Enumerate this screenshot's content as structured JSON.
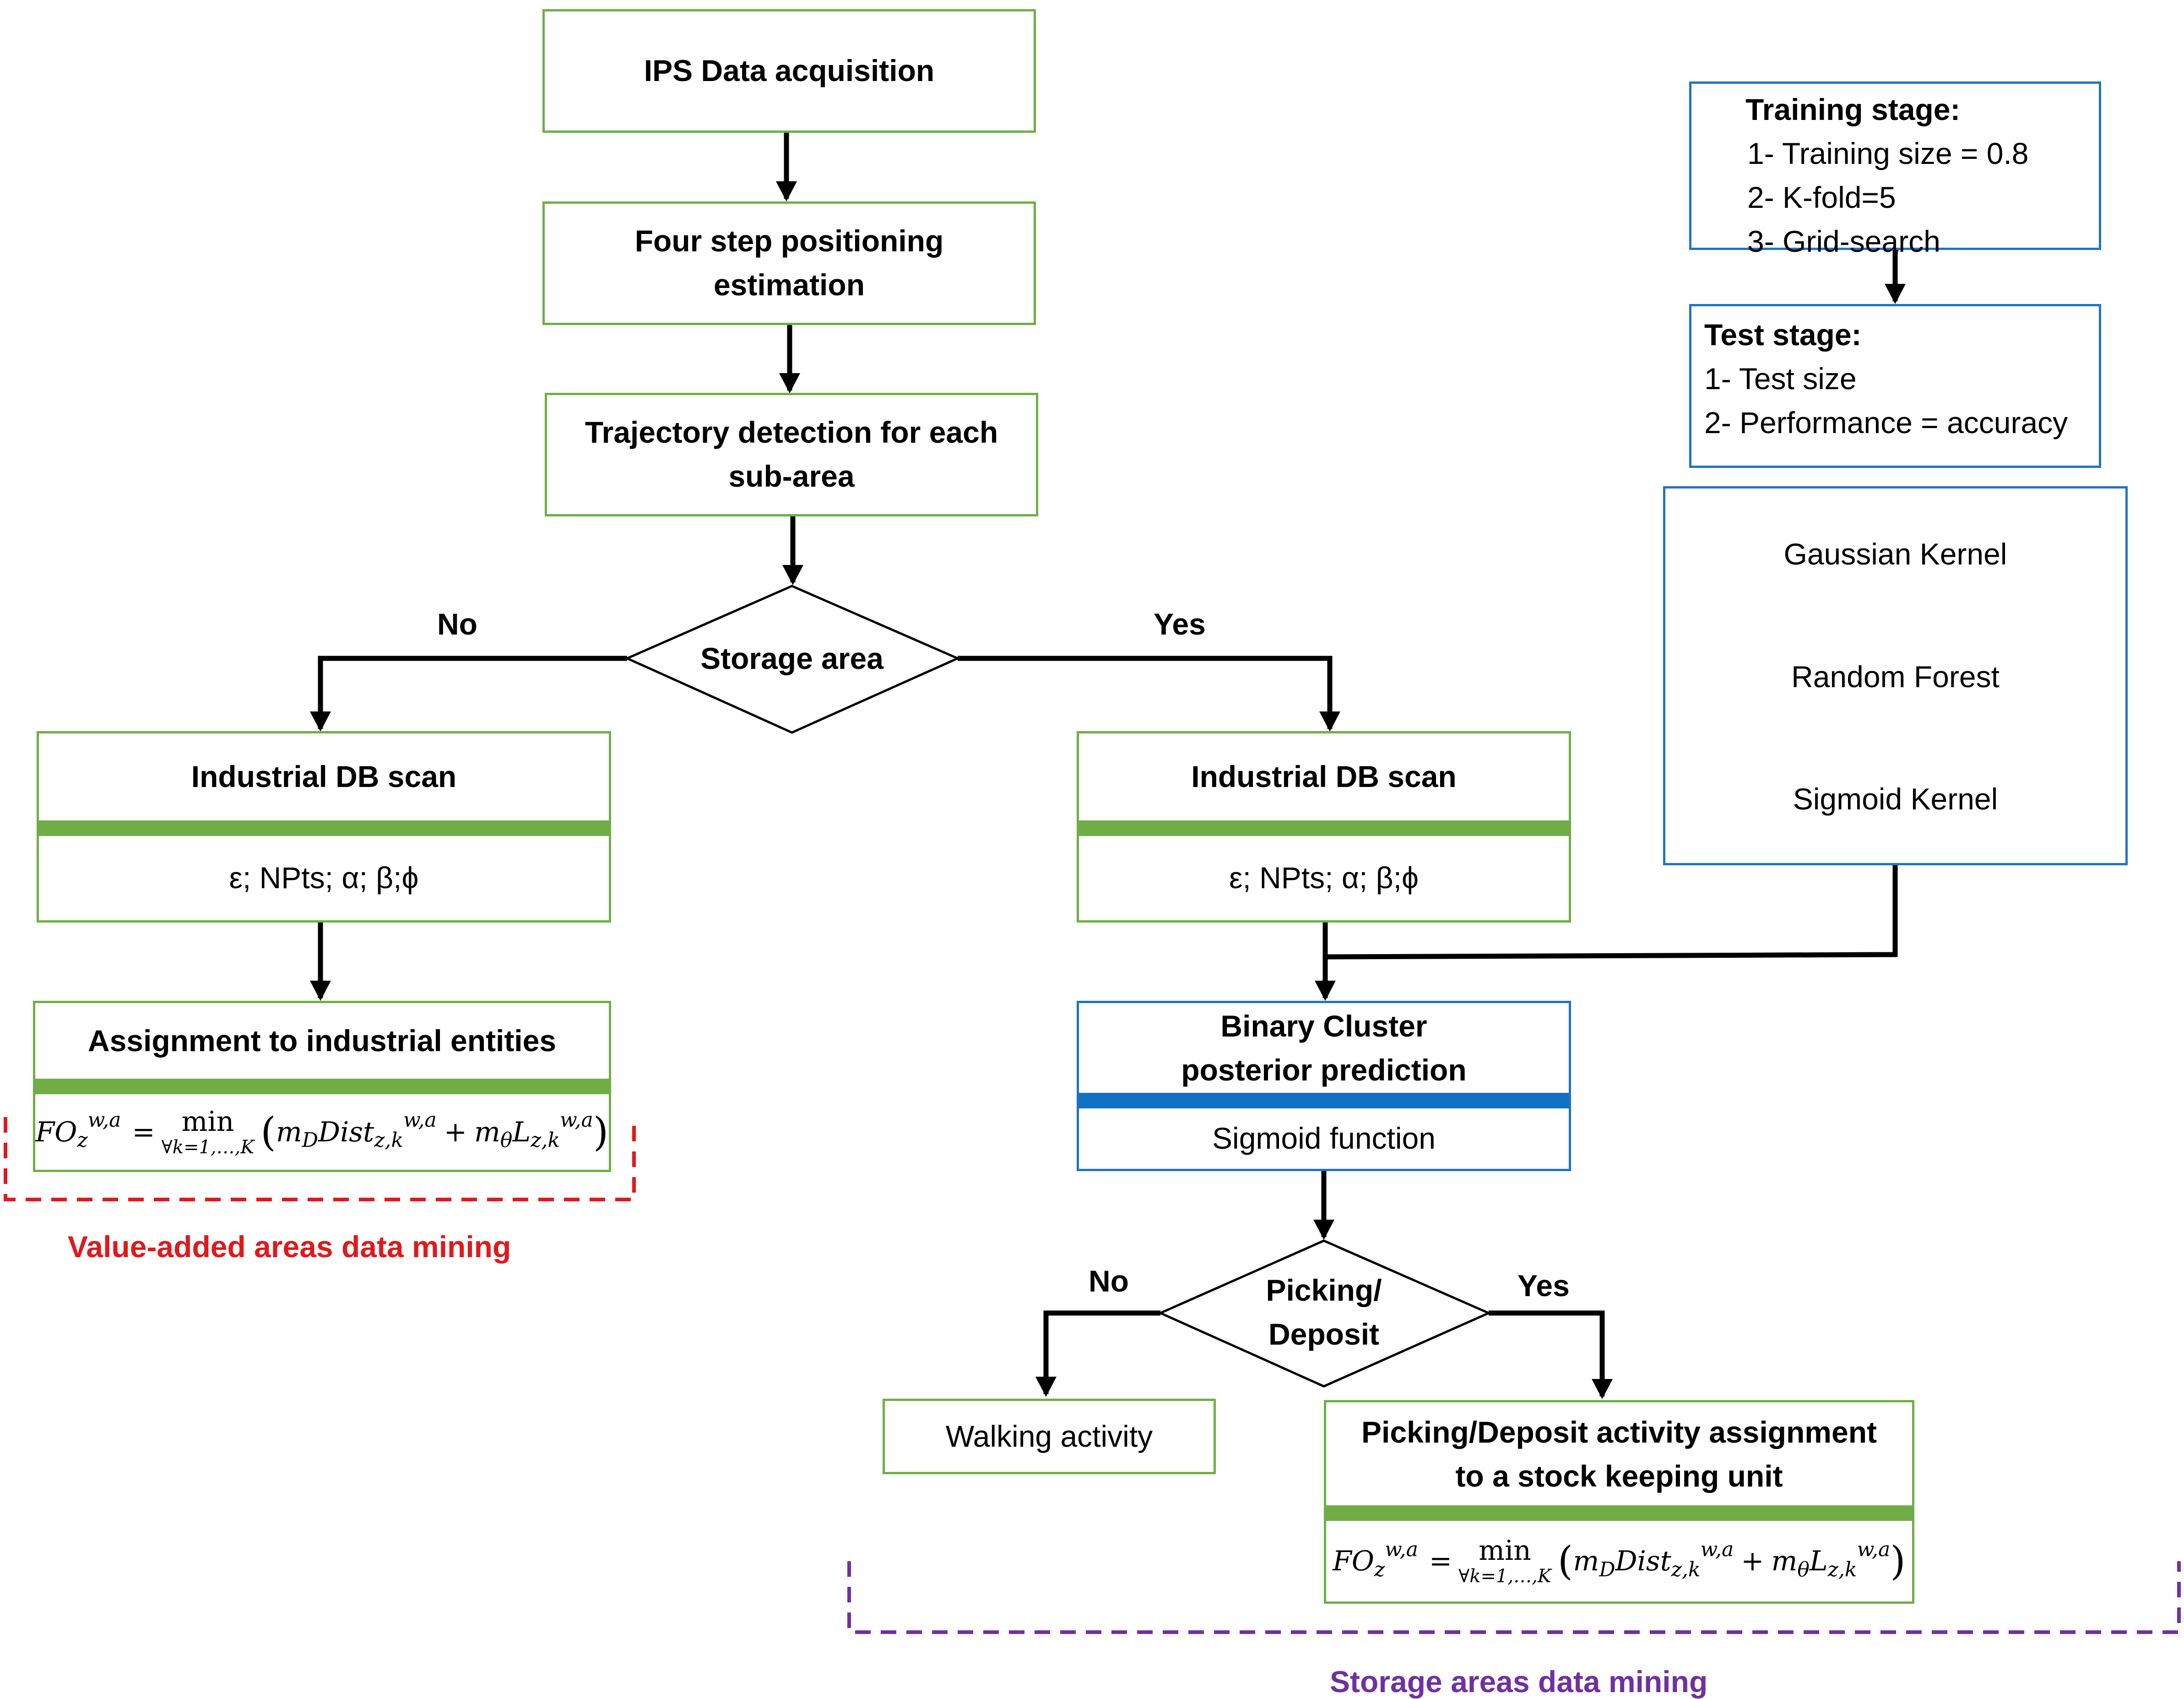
{
  "nodes": {
    "ips": "IPS Data acquisition",
    "four_step": [
      "Four step positioning",
      "estimation"
    ],
    "trajectory": [
      "Trajectory detection for each",
      "sub-area"
    ],
    "storage_area": "Storage area",
    "db_scan_left": {
      "title": "Industrial DB scan",
      "params": "ε; NPts; α; β;ϕ"
    },
    "db_scan_right": {
      "title": "Industrial DB scan",
      "params": "ε; NPts; α; β;ϕ"
    },
    "assignment": {
      "title": "Assignment to industrial entities"
    },
    "binary_cluster": {
      "title": [
        "Binary Cluster",
        "posterior prediction"
      ],
      "function": "Sigmoid function"
    },
    "picking_deposit": [
      "Picking/",
      "Deposit"
    ],
    "walking": "Walking activity",
    "picking_assignment": {
      "title": [
        "Picking/Deposit activity assignment",
        "to a stock keeping unit"
      ]
    }
  },
  "formula": {
    "lhs": "FO",
    "lhs_sub": "z",
    "lhs_sup": "w,a",
    "eq": "=",
    "op": "min",
    "op_sub": "∀k=1,…,K",
    "m1": "m",
    "m1_sub": "D",
    "dist": "Dist",
    "dist_sub": "z,k",
    "dist_sup": "w,a",
    "plus": "+",
    "m2": "m",
    "m2_sub": "θ",
    "l": "L",
    "l_sub": "z,k",
    "l_sup": "w,a"
  },
  "training": {
    "title": "Training stage:",
    "items": [
      "1- Training size = 0.8",
      "2-  K-fold=5",
      "3- Grid-search"
    ]
  },
  "test": {
    "title": "Test stage:",
    "items": [
      "1- Test size",
      "2- Performance = accuracy"
    ]
  },
  "kernels": [
    "Gaussian Kernel",
    "Random Forest",
    "Sigmoid Kernel"
  ],
  "branch_labels": {
    "no_top": "No",
    "yes_top": "Yes",
    "no_bottom": "No",
    "yes_bottom": "Yes"
  },
  "regions": {
    "value_added": "Value-added areas data mining",
    "storage": "Storage areas data mining"
  },
  "colors": {
    "green": "#70ad47",
    "blue": "#1f74c4",
    "red": "#e0191b",
    "purple": "#7030a0"
  }
}
